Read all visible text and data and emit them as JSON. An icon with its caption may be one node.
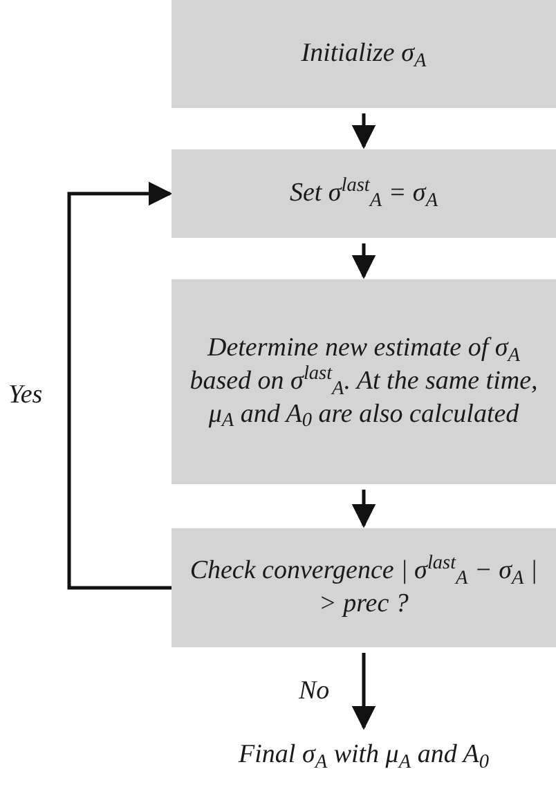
{
  "diagram": {
    "nodes": [
      {
        "text": [
          "Initialize σ$_{A}$"
        ]
      },
      {
        "text": [
          "Set σ$^{last}$$_{A}$ = σ$_{A}$"
        ]
      },
      {
        "text": [
          "Determine new estimate of σ$_{A}$ based on σ$^{last}$$_{A}$. At the same time, μ$_{A}$ and A$_{0}$ are also calculated"
        ]
      },
      {
        "text": [
          "Check convergence | σ$^{last}$$_{A}$ − σ$_{A}$ | > prec ?"
        ]
      },
      {
        "text": [
          "Final σ$_{A}$ with μ$_{A}$ and A$_{0}$"
        ]
      }
    ],
    "edges": [
      {
        "from": 0,
        "to": 1,
        "arrow": "to"
      },
      {
        "from": 1,
        "to": 2,
        "arrow": "to"
      },
      {
        "from": 2,
        "to": 3,
        "arrow": "to"
      },
      {
        "from": 3,
        "to": 1,
        "arrow": "to",
        "label": "Yes"
      },
      {
        "from": 3,
        "to": 4,
        "arrow": "to",
        "label": "No"
      }
    ]
  }
}
